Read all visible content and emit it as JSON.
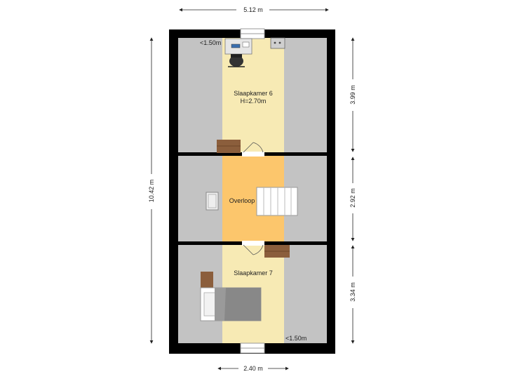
{
  "dimensions": {
    "top_width": "5.12 m",
    "bottom_width": "2.40 m",
    "left_height": "10.42 m",
    "right_top": "3.99 m",
    "right_middle": "2.92 m",
    "right_bottom": "3.34 m"
  },
  "rooms": {
    "slaapkamer6": {
      "name": "Slaapkamer 6",
      "height": "H=2.70m",
      "headroom_note": "<1.50m"
    },
    "overloop": {
      "name": "Overloop"
    },
    "slaapkamer7": {
      "name": "Slaapkamer 7",
      "headroom_note": "<1.50m"
    }
  },
  "colors": {
    "wall": "#000000",
    "low_ceiling": "#c3c3c3",
    "bedroom_floor": "#f7eab4",
    "landing_floor": "#fcc66c",
    "furniture_wood": "#8b5e3c",
    "bed_cover": "#888888"
  }
}
